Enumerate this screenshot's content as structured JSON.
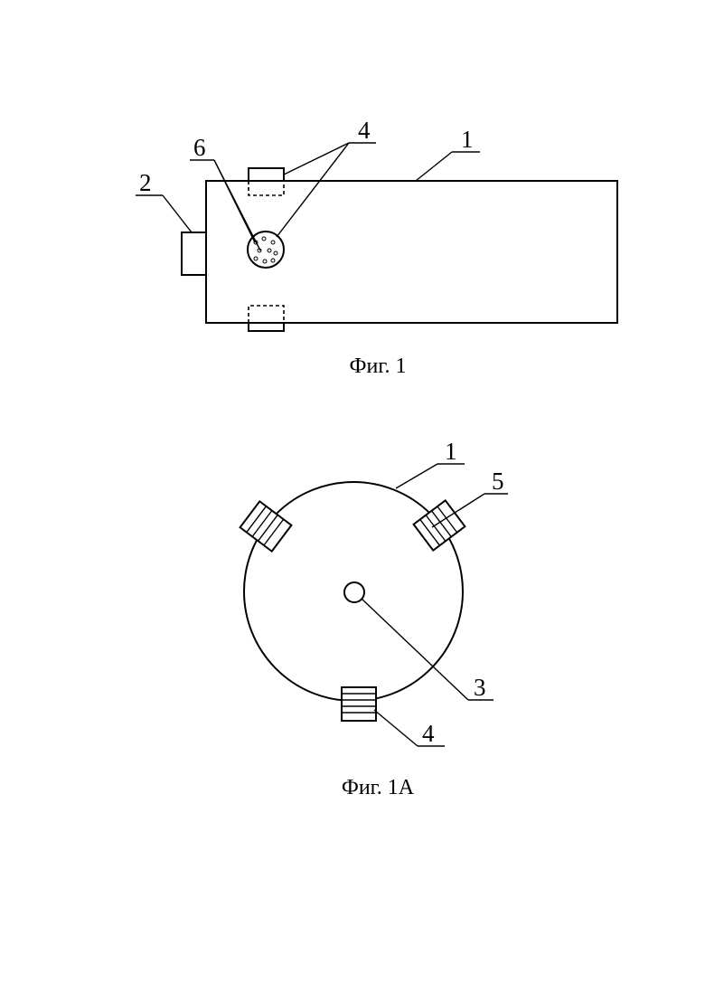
{
  "figure_1": {
    "caption": "Фиг. 1",
    "labels": {
      "housing": "1",
      "part_2": "2",
      "part_4": "4",
      "part_6": "6"
    }
  },
  "figure_1a": {
    "caption": "Фиг. 1А",
    "labels": {
      "housing": "1",
      "center": "3",
      "part_4": "4",
      "part_5": "5"
    }
  }
}
